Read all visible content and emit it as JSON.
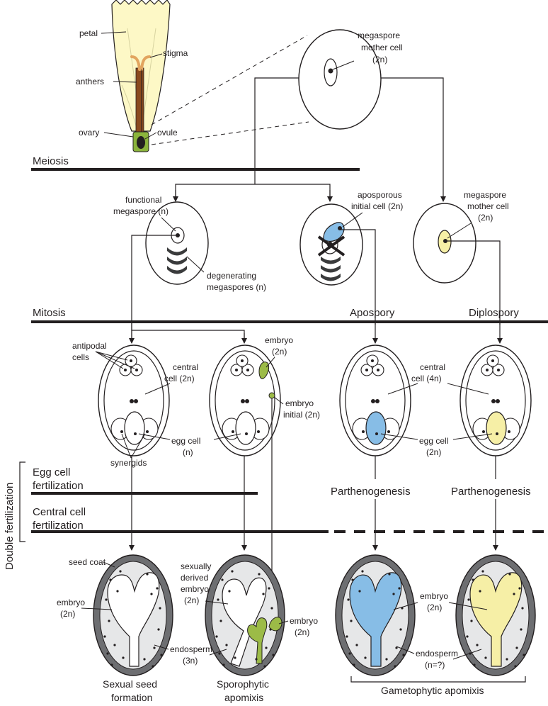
{
  "flower": {
    "petal": "petal",
    "stigma": "stigma",
    "anthers": "anthers",
    "ovary": "ovary",
    "ovule": "ovule"
  },
  "top_cell": [
    "megaspore",
    "mother cell",
    "(2n)"
  ],
  "stages": {
    "meiosis": "Meiosis",
    "mitosis": "Mitosis",
    "apospory": "Apospory",
    "diplospory": "Diplospory",
    "egg_fert_1": "Egg cell",
    "egg_fert_2": "fertilization",
    "central_fert_1": "Central cell",
    "central_fert_2": "fertilization",
    "double_fert": "Double fertilization"
  },
  "labels": {
    "functional_megaspore": [
      "functional",
      "megaspore (n)"
    ],
    "degenerating": [
      "degenerating",
      "megaspores (n)"
    ],
    "aposporous": [
      "aposporous",
      "initial cell (2n)"
    ],
    "megaspore_mother_2": [
      "megaspore",
      "mother cell",
      "(2n)"
    ],
    "antipodal": [
      "antipodal",
      "cells"
    ],
    "central_2n": [
      "central",
      "cell (2n)"
    ],
    "embryo_top": [
      "embryo",
      "(2n)"
    ],
    "embryo_initial": [
      "embryo",
      "initial (2n)"
    ],
    "egg_n": [
      "egg cell",
      "(n)"
    ],
    "synergids": "synergids",
    "central_4n": [
      "central",
      "cell (4n)"
    ],
    "egg_2n": [
      "egg cell",
      "(2n)"
    ],
    "parthenogenesis_1": "Parthenogenesis",
    "parthenogenesis_2": "Parthenogenesis",
    "seed_coat": "seed coat",
    "embryo_seed1": [
      "embryo",
      "(2n)"
    ],
    "endosperm_3n": [
      "endosperm",
      "(3n)"
    ],
    "sexually_derived": [
      "sexually",
      "derived",
      "embryo",
      "(2n)"
    ],
    "embryo_seed2": [
      "embryo",
      "(2n)"
    ],
    "embryo_seed3": [
      "embryo",
      "(2n)"
    ],
    "endosperm_q": [
      "endosperm",
      "(n=?)"
    ]
  },
  "outcomes": {
    "sexual": [
      "Sexual seed",
      "formation"
    ],
    "sporophytic": [
      "Sporophytic",
      "apomixis"
    ],
    "gametophytic": "Gametophytic apomixis"
  },
  "colors": {
    "petal": "#fdf8c6",
    "anther": "#8b4a1e",
    "stigma": "#e2a55f",
    "ovary": "#8bb43c",
    "blue": "#87bde6",
    "yellow": "#f6efa6",
    "green": "#9cbb47",
    "seed_coat": "#6d6e71",
    "endosperm": "#e6e7e8",
    "line": "#231f20"
  }
}
